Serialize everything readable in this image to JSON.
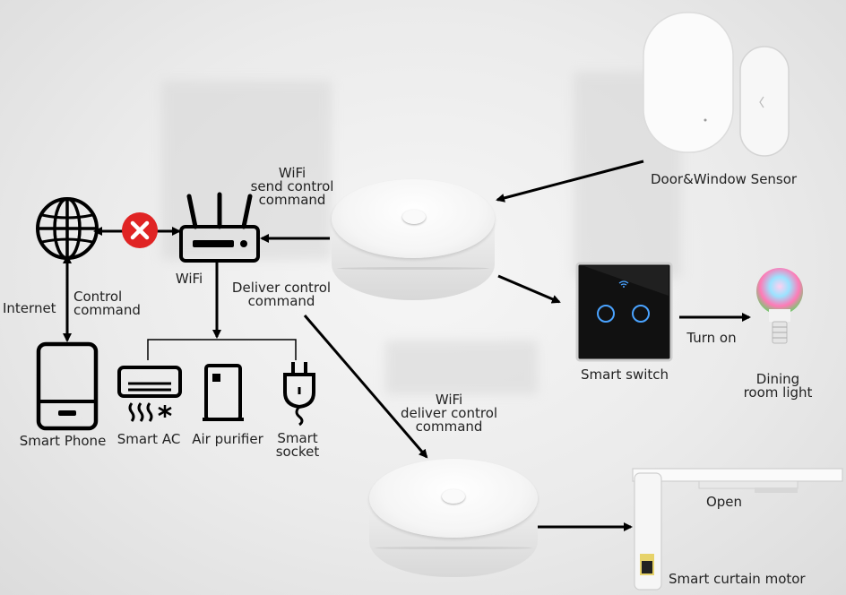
{
  "labels": {
    "wifi_send": [
      "WiFi",
      "send control",
      "command"
    ],
    "router_wifi": "WiFi",
    "deliver": [
      "Deliver control",
      "command"
    ],
    "wifi_deliver": [
      "WiFi",
      "deliver control",
      "command"
    ],
    "internet": "Internet",
    "control": [
      "Control",
      "command"
    ],
    "smart_phone": "Smart Phone",
    "smart_ac": "Smart AC",
    "air_purifier": "Air purifier",
    "smart_socket": [
      "Smart",
      "socket"
    ],
    "door_window_sensor": "Door&Window Sensor",
    "smart_switch": "Smart switch",
    "turn_on": "Turn on",
    "dining_light": [
      "Dining",
      "room light"
    ],
    "open": "Open",
    "curtain_motor": "Smart curtain motor"
  },
  "colors": {
    "line": "#000000",
    "blocked": "#e02424",
    "switch_panel": "#111111",
    "switch_led": "#4aa3ff"
  },
  "icons": [
    "globe-icon",
    "blocked-x-icon",
    "router-icon",
    "phone-icon",
    "ac-icon",
    "air-purifier-icon",
    "socket-icon",
    "wifi-icon",
    "bulb-icon"
  ]
}
